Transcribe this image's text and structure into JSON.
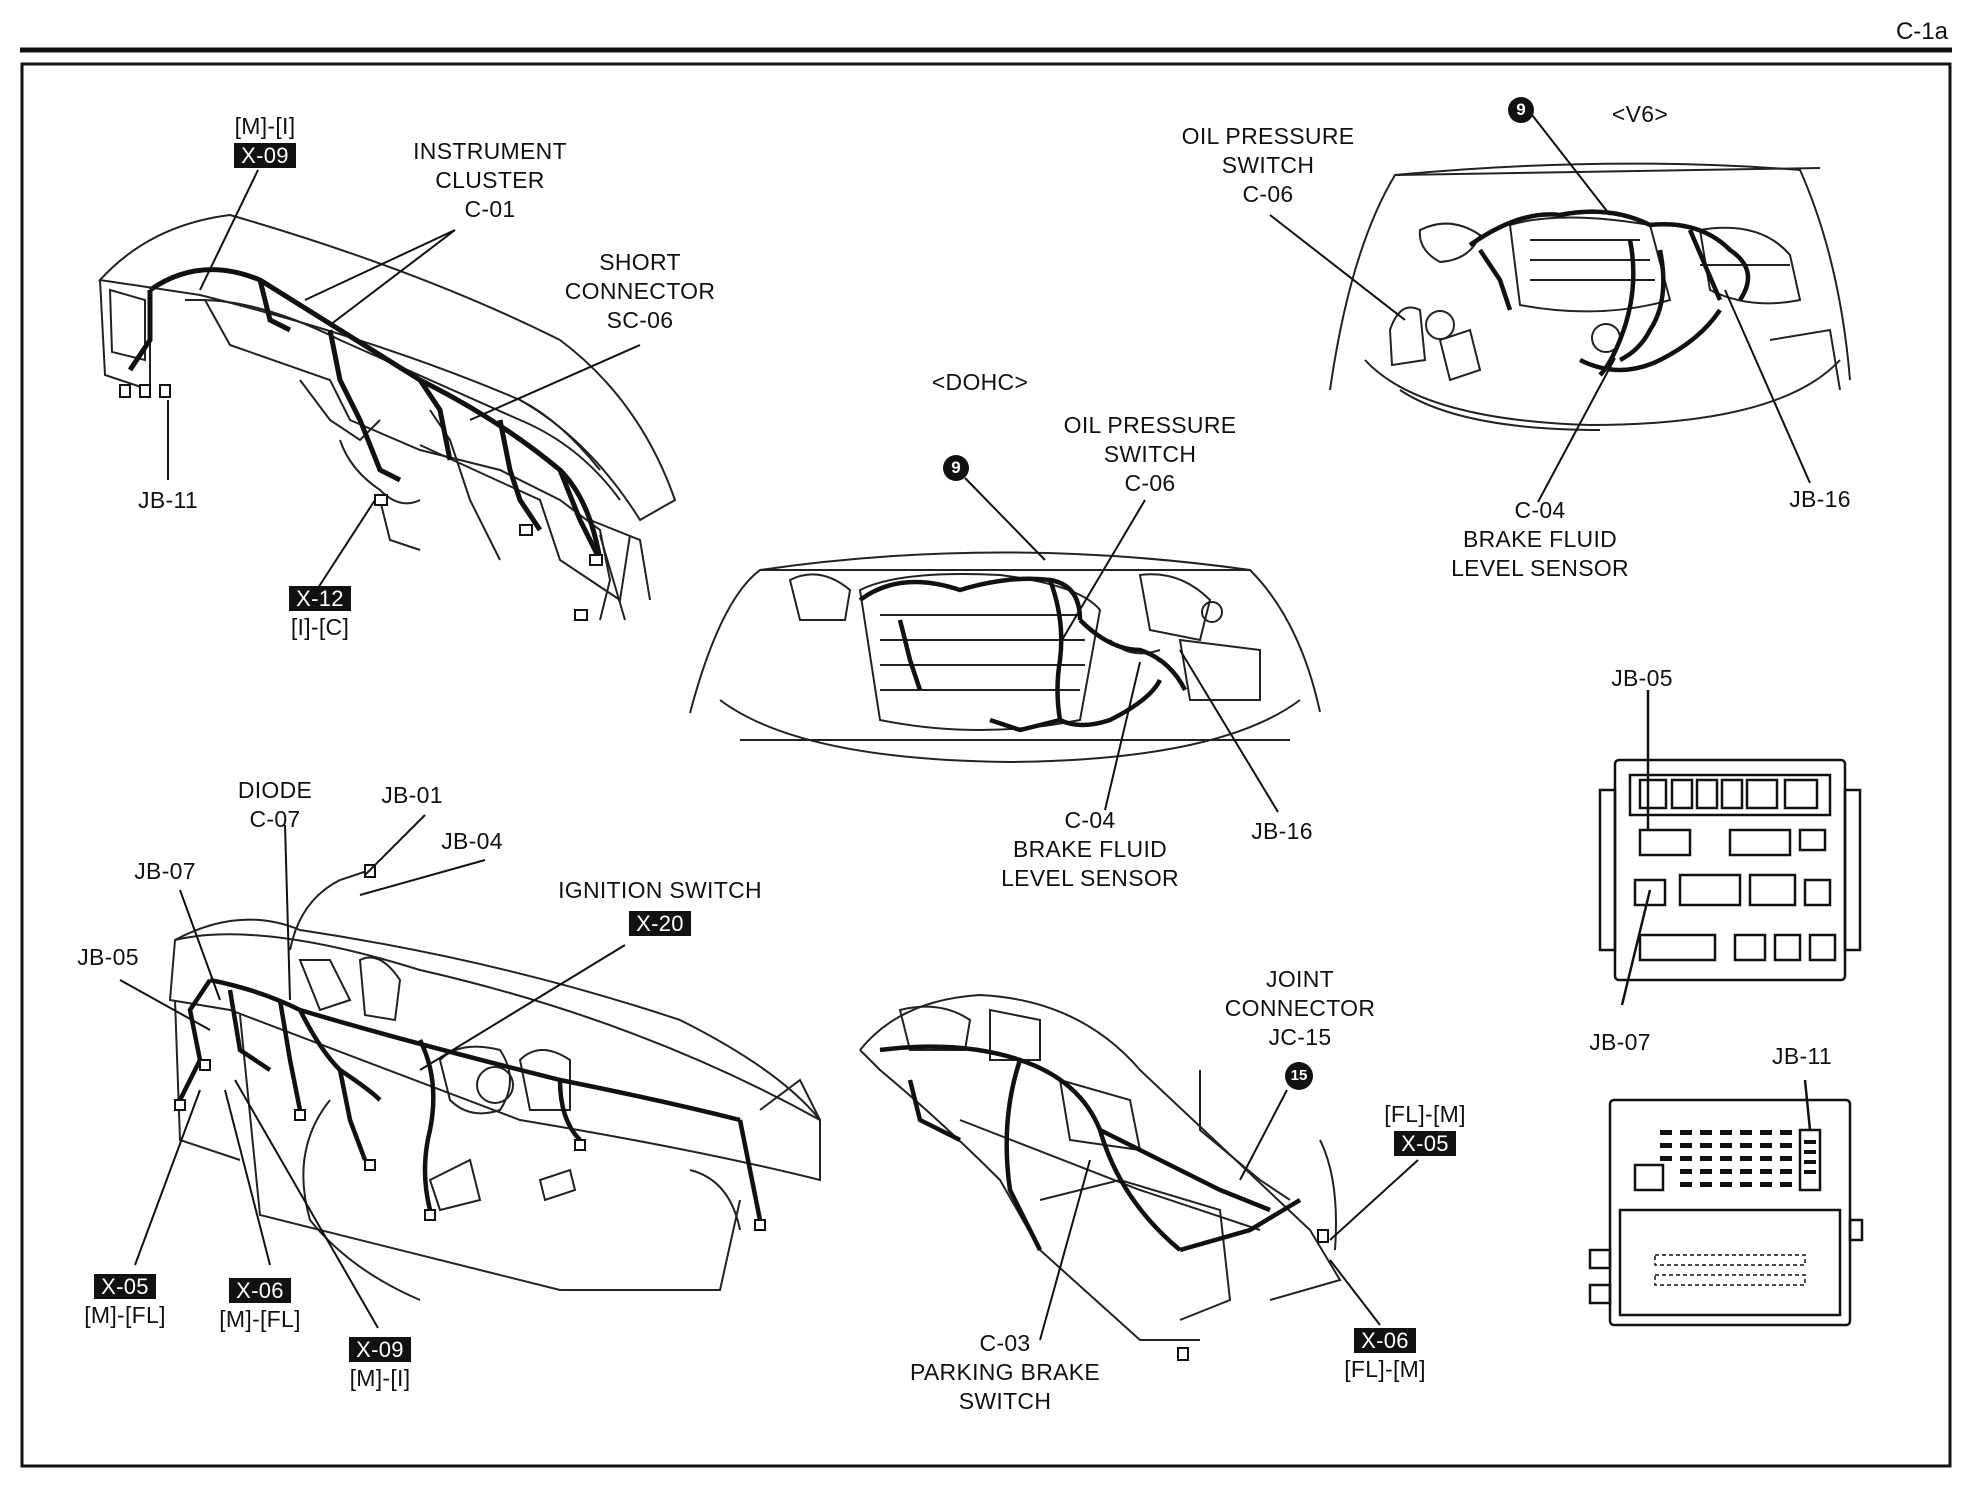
{
  "page_id": "C-1a",
  "labels": {
    "inst_conn_route": "[M]-[I]",
    "inst_conn_id": "X-09",
    "instrument_cluster": [
      "INSTRUMENT",
      "CLUSTER",
      "C-01"
    ],
    "short_connector": [
      "SHORT",
      "CONNECTOR",
      "SC-06"
    ],
    "jb11_dash": "JB-11",
    "x12_id": "X-12",
    "x12_route": "[I]-[C]",
    "dohc": "<DOHC>",
    "v6": "<V6>",
    "oil_pressure_v6": [
      "OIL PRESSURE",
      "SWITCH",
      "C-06"
    ],
    "oil_pressure_dohc": [
      "OIL PRESSURE",
      "SWITCH",
      "C-06"
    ],
    "brake_fluid_v6": [
      "C-04",
      "BRAKE FLUID",
      "LEVEL SENSOR"
    ],
    "brake_fluid_dohc": [
      "C-04",
      "BRAKE FLUID",
      "LEVEL SENSOR"
    ],
    "jb16_v6": "JB-16",
    "jb16_dohc": "JB-16",
    "marker_9": "9",
    "marker_15": "15",
    "diode": [
      "DIODE",
      "C-07"
    ],
    "jb01": "JB-01",
    "jb04": "JB-04",
    "jb07_left": "JB-07",
    "jb05_left": "JB-05",
    "ignition_switch": "IGNITION SWITCH",
    "x20_id": "X-20",
    "x05_left_id": "X-05",
    "x05_left_route": "[M]-[FL]",
    "x06_left_id": "X-06",
    "x06_left_route": "[M]-[FL]",
    "x09_bottom_id": "X-09",
    "x09_bottom_route": "[M]-[I]",
    "joint_connector": [
      "JOINT",
      "CONNECTOR",
      "JC-15"
    ],
    "x05_right_route": "[FL]-[M]",
    "x05_right_id": "X-05",
    "x06_right_id": "X-06",
    "x06_right_route": "[FL]-[M]",
    "parking_brake": [
      "C-03",
      "PARKING BRAKE",
      "SWITCH"
    ],
    "jb05_right": "JB-05",
    "jb07_right": "JB-07",
    "jb11_right": "JB-11"
  }
}
